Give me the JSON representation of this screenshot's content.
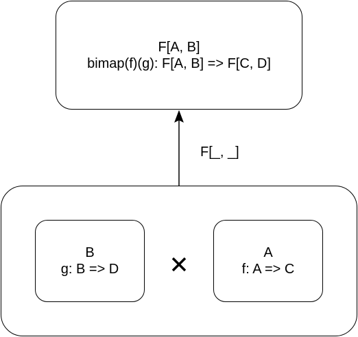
{
  "top_box": {
    "title": "F[A, B]",
    "signature": "bimap(f)(g): F[A, B] => F[C, D]"
  },
  "arrow": {
    "label": "F[_, _]"
  },
  "left_box": {
    "title": "B",
    "signature": "g: B => D"
  },
  "right_box": {
    "title": "A",
    "signature": "f: A => C"
  },
  "operator": {
    "icon": "times-icon"
  }
}
